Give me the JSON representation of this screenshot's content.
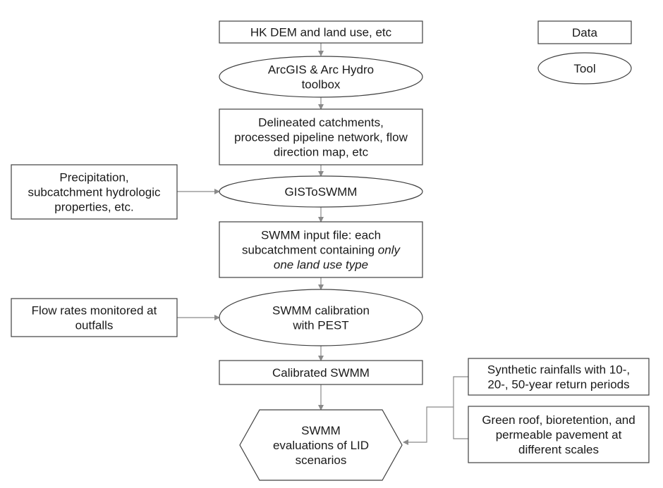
{
  "nodes": {
    "hk_dem": {
      "kind": "data",
      "lines": [
        [
          "HK DEM and land use, etc"
        ]
      ]
    },
    "arcgis": {
      "kind": "tool",
      "lines": [
        [
          "ArcGIS & Arc Hydro"
        ],
        [
          "toolbox"
        ]
      ]
    },
    "delineated": {
      "kind": "data",
      "lines": [
        [
          "Delineated catchments,"
        ],
        [
          "processed pipeline network, flow"
        ],
        [
          "direction map, etc"
        ]
      ]
    },
    "precipitation": {
      "kind": "data",
      "lines": [
        [
          "Precipitation,"
        ],
        [
          "subcatchment hydrologic"
        ],
        [
          "properties, etc."
        ]
      ]
    },
    "gistoswmm": {
      "kind": "tool",
      "lines": [
        [
          "GISToSWMM"
        ]
      ]
    },
    "swmm_input": {
      "kind": "data",
      "lines": [
        [
          "SWMM input file: each"
        ],
        [
          "subcatchment containing ",
          "only"
        ],
        [
          "one land use type"
        ]
      ]
    },
    "flow_rates": {
      "kind": "data",
      "lines": [
        [
          "Flow rates monitored at"
        ],
        [
          "outfalls"
        ]
      ]
    },
    "calibration": {
      "kind": "tool",
      "lines": [
        [
          "SWMM calibration"
        ],
        [
          "with PEST"
        ]
      ]
    },
    "calibrated": {
      "kind": "data",
      "lines": [
        [
          "Calibrated SWMM"
        ]
      ]
    },
    "synthetic": {
      "kind": "data",
      "lines": [
        [
          "Synthetic rainfalls with 10-,"
        ],
        [
          "20-, 50-year return periods"
        ]
      ]
    },
    "green_roof": {
      "kind": "data",
      "lines": [
        [
          "Green roof, bioretention, and"
        ],
        [
          "permeable pavement at"
        ],
        [
          "different scales"
        ]
      ]
    },
    "evaluations": {
      "kind": "result",
      "lines": [
        [
          "SWMM"
        ],
        [
          "evaluations of LID"
        ],
        [
          "scenarios"
        ]
      ]
    },
    "legend_data": {
      "kind": "data",
      "lines": [
        [
          "Data"
        ]
      ]
    },
    "legend_tool": {
      "kind": "tool",
      "lines": [
        [
          "Tool"
        ]
      ]
    }
  },
  "italic_segments": [
    "swmm_input.1.1",
    "swmm_input.2.0"
  ],
  "edges": [
    {
      "from": "hk_dem",
      "to": "arcgis"
    },
    {
      "from": "arcgis",
      "to": "delineated"
    },
    {
      "from": "delineated",
      "to": "gistoswmm"
    },
    {
      "from": "precipitation",
      "to": "gistoswmm"
    },
    {
      "from": "gistoswmm",
      "to": "swmm_input"
    },
    {
      "from": "swmm_input",
      "to": "calibration"
    },
    {
      "from": "flow_rates",
      "to": "calibration"
    },
    {
      "from": "calibration",
      "to": "calibrated"
    },
    {
      "from": "calibrated",
      "to": "evaluations"
    },
    {
      "from": "synthetic",
      "to": "evaluations"
    },
    {
      "from": "green_roof",
      "to": "evaluations"
    }
  ],
  "colors": {
    "stroke": "#404040",
    "edge": "#8a8a8a",
    "text": "#1a1a1a",
    "background": "#ffffff"
  }
}
